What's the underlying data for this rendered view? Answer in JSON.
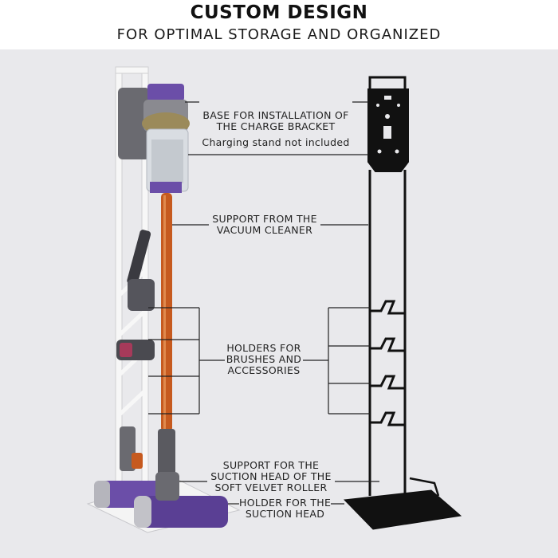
{
  "header": {
    "title": "CUSTOM DESIGN",
    "subtitle": "FOR OPTIMAL STORAGE AND ORGANIZED"
  },
  "annotations": {
    "charge_base": {
      "line1": "BASE FOR INSTALLATION OF",
      "line2": "THE CHARGE BRACKET",
      "note": "Charging stand not included"
    },
    "support_vacuum": {
      "line1": "SUPPORT FROM THE",
      "line2": "VACUUM CLEANER"
    },
    "holders": {
      "line1": "HOLDERS FOR",
      "line2": "BRUSHES AND",
      "line3": "ACCESSORIES"
    },
    "support_suction": {
      "line1": "SUPPORT FOR THE",
      "line2": "SUCTION HEAD OF THE",
      "line3": "SOFT VELVET ROLLER"
    },
    "holder_suction": {
      "line1": "HOLDER FOR THE",
      "line2": "SUCTION HEAD"
    }
  },
  "colors": {
    "panel_background": "#e9e9ec",
    "stand_frame": "#111111",
    "vacuum_wand": "#c65a1f",
    "vacuum_accent": "#6b4ea8",
    "white_stand": "#f7f7f7"
  }
}
